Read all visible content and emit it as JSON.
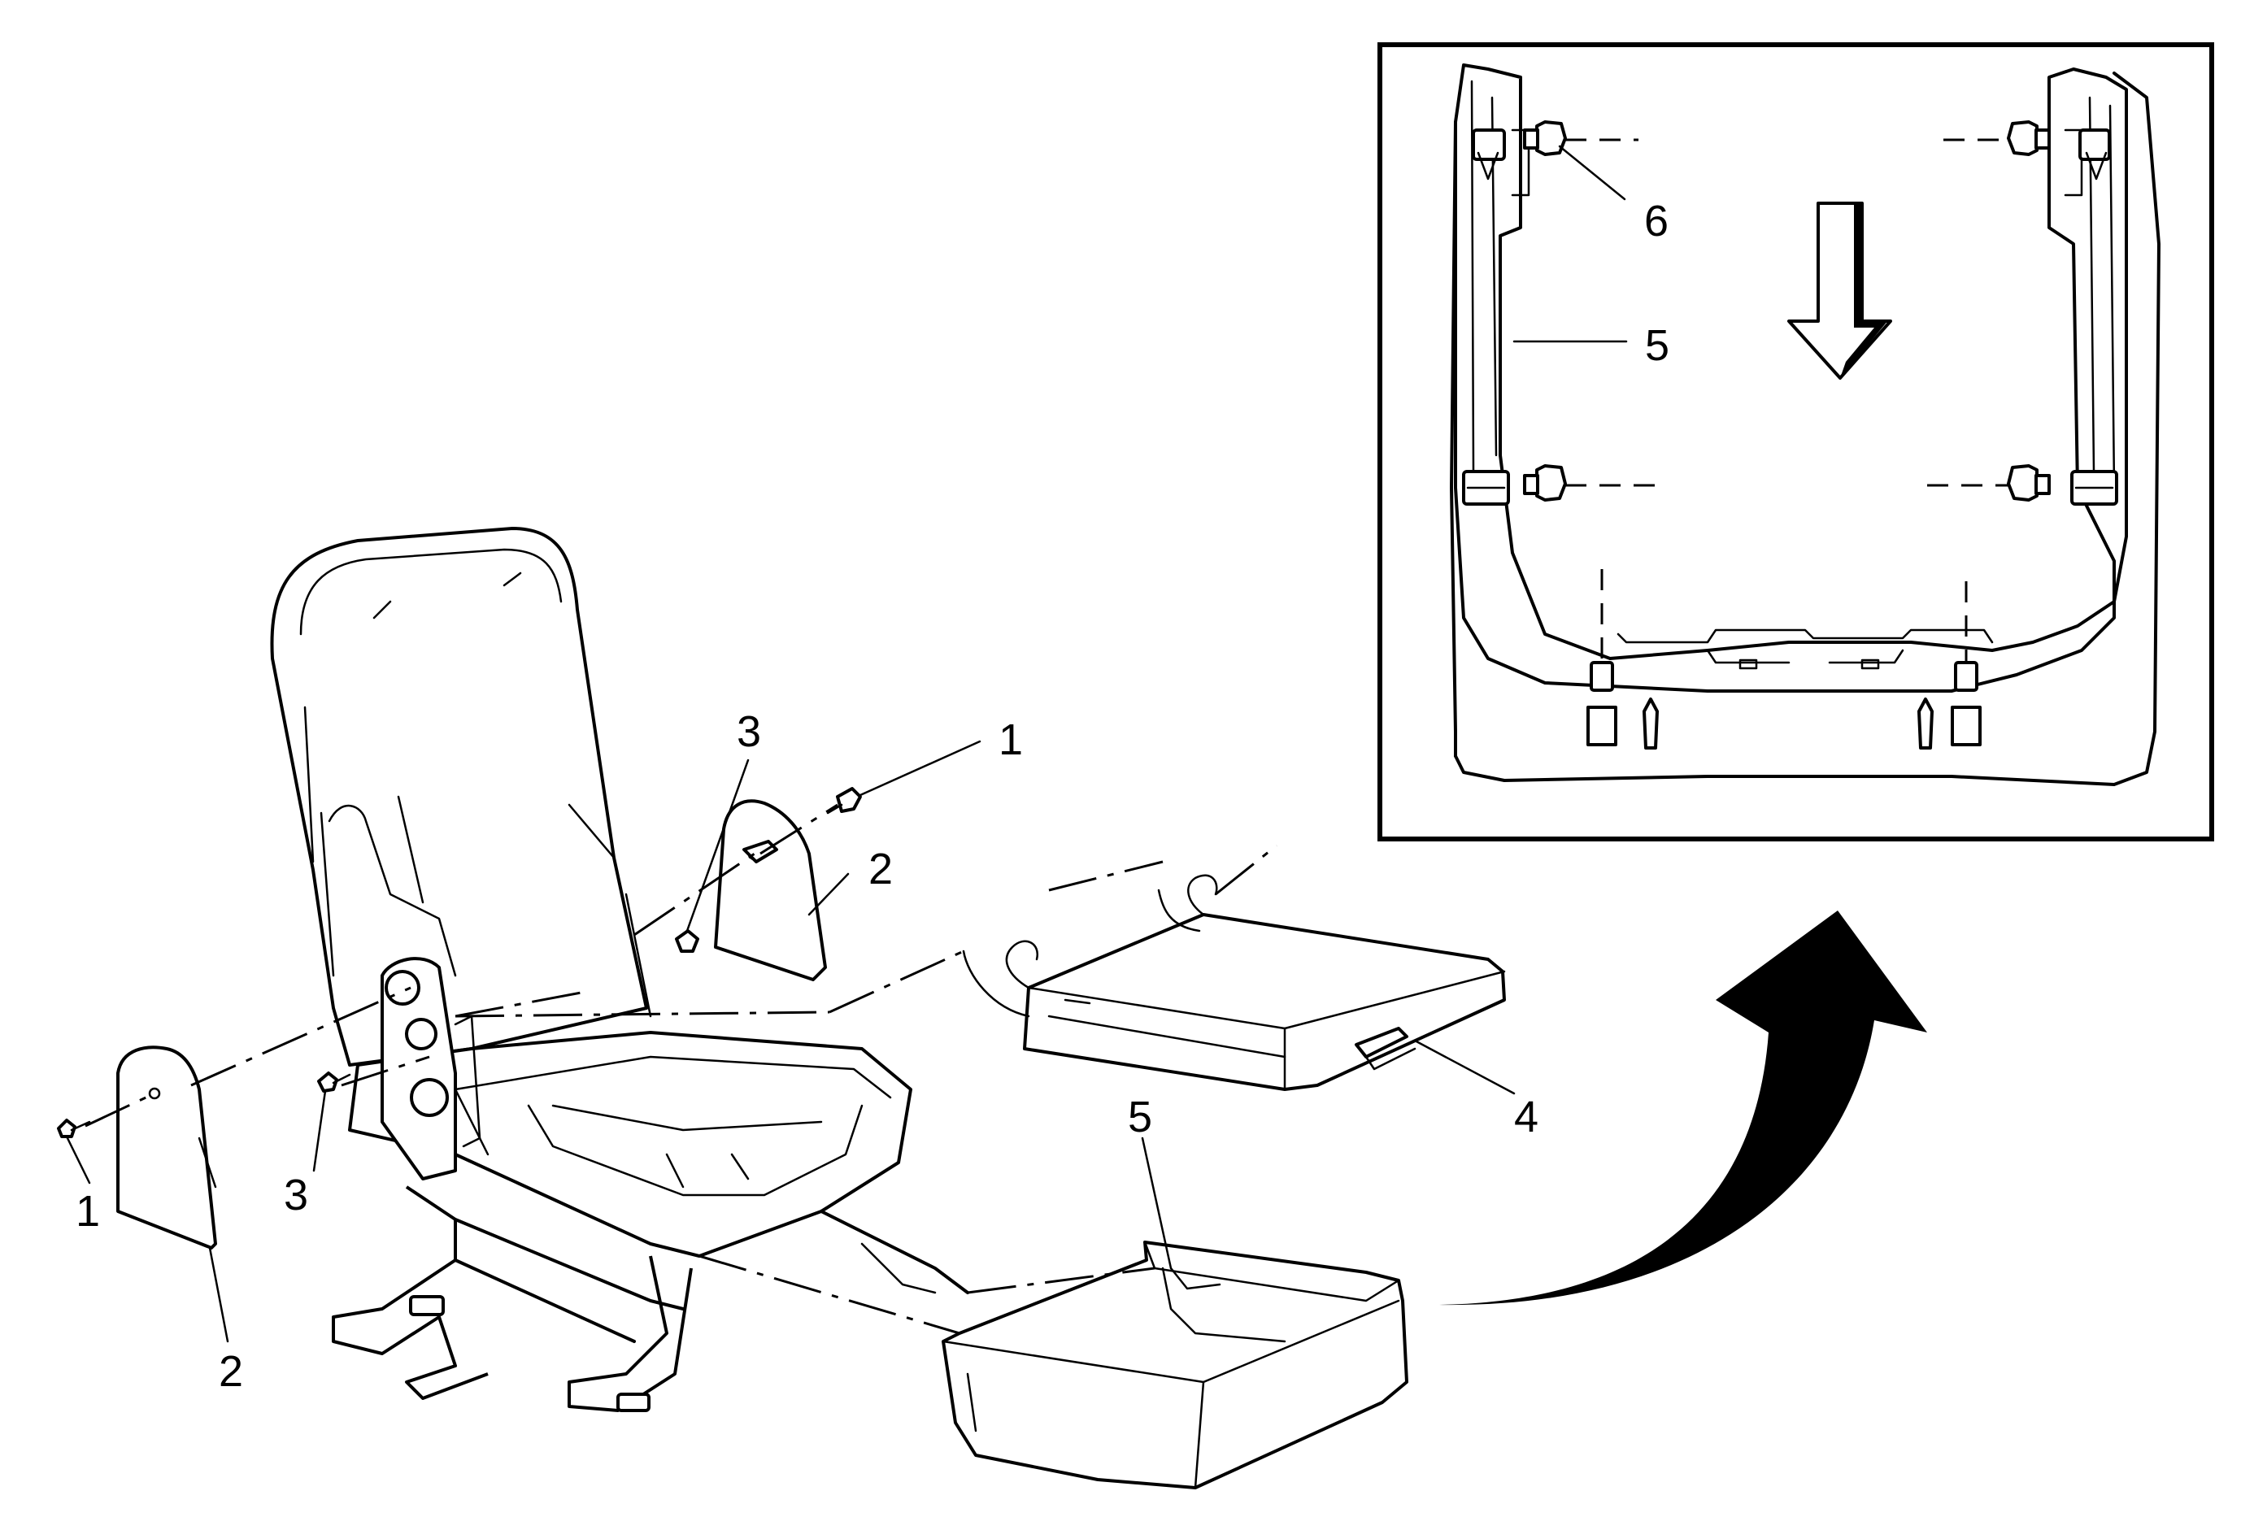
{
  "callouts": {
    "c1_left": "1",
    "c1_right": "1",
    "c2_left": "2",
    "c2_right": "2",
    "c3_left": "3",
    "c3_right": "3",
    "c4": "4",
    "c5_main": "5",
    "c5_inset": "5",
    "c6_inset": "6"
  },
  "icons": {
    "direction_arrow": "down-arrow-icon",
    "transition_arrow": "curved-arrow-icon"
  },
  "colors": {
    "line": "#000000",
    "background": "#ffffff"
  }
}
